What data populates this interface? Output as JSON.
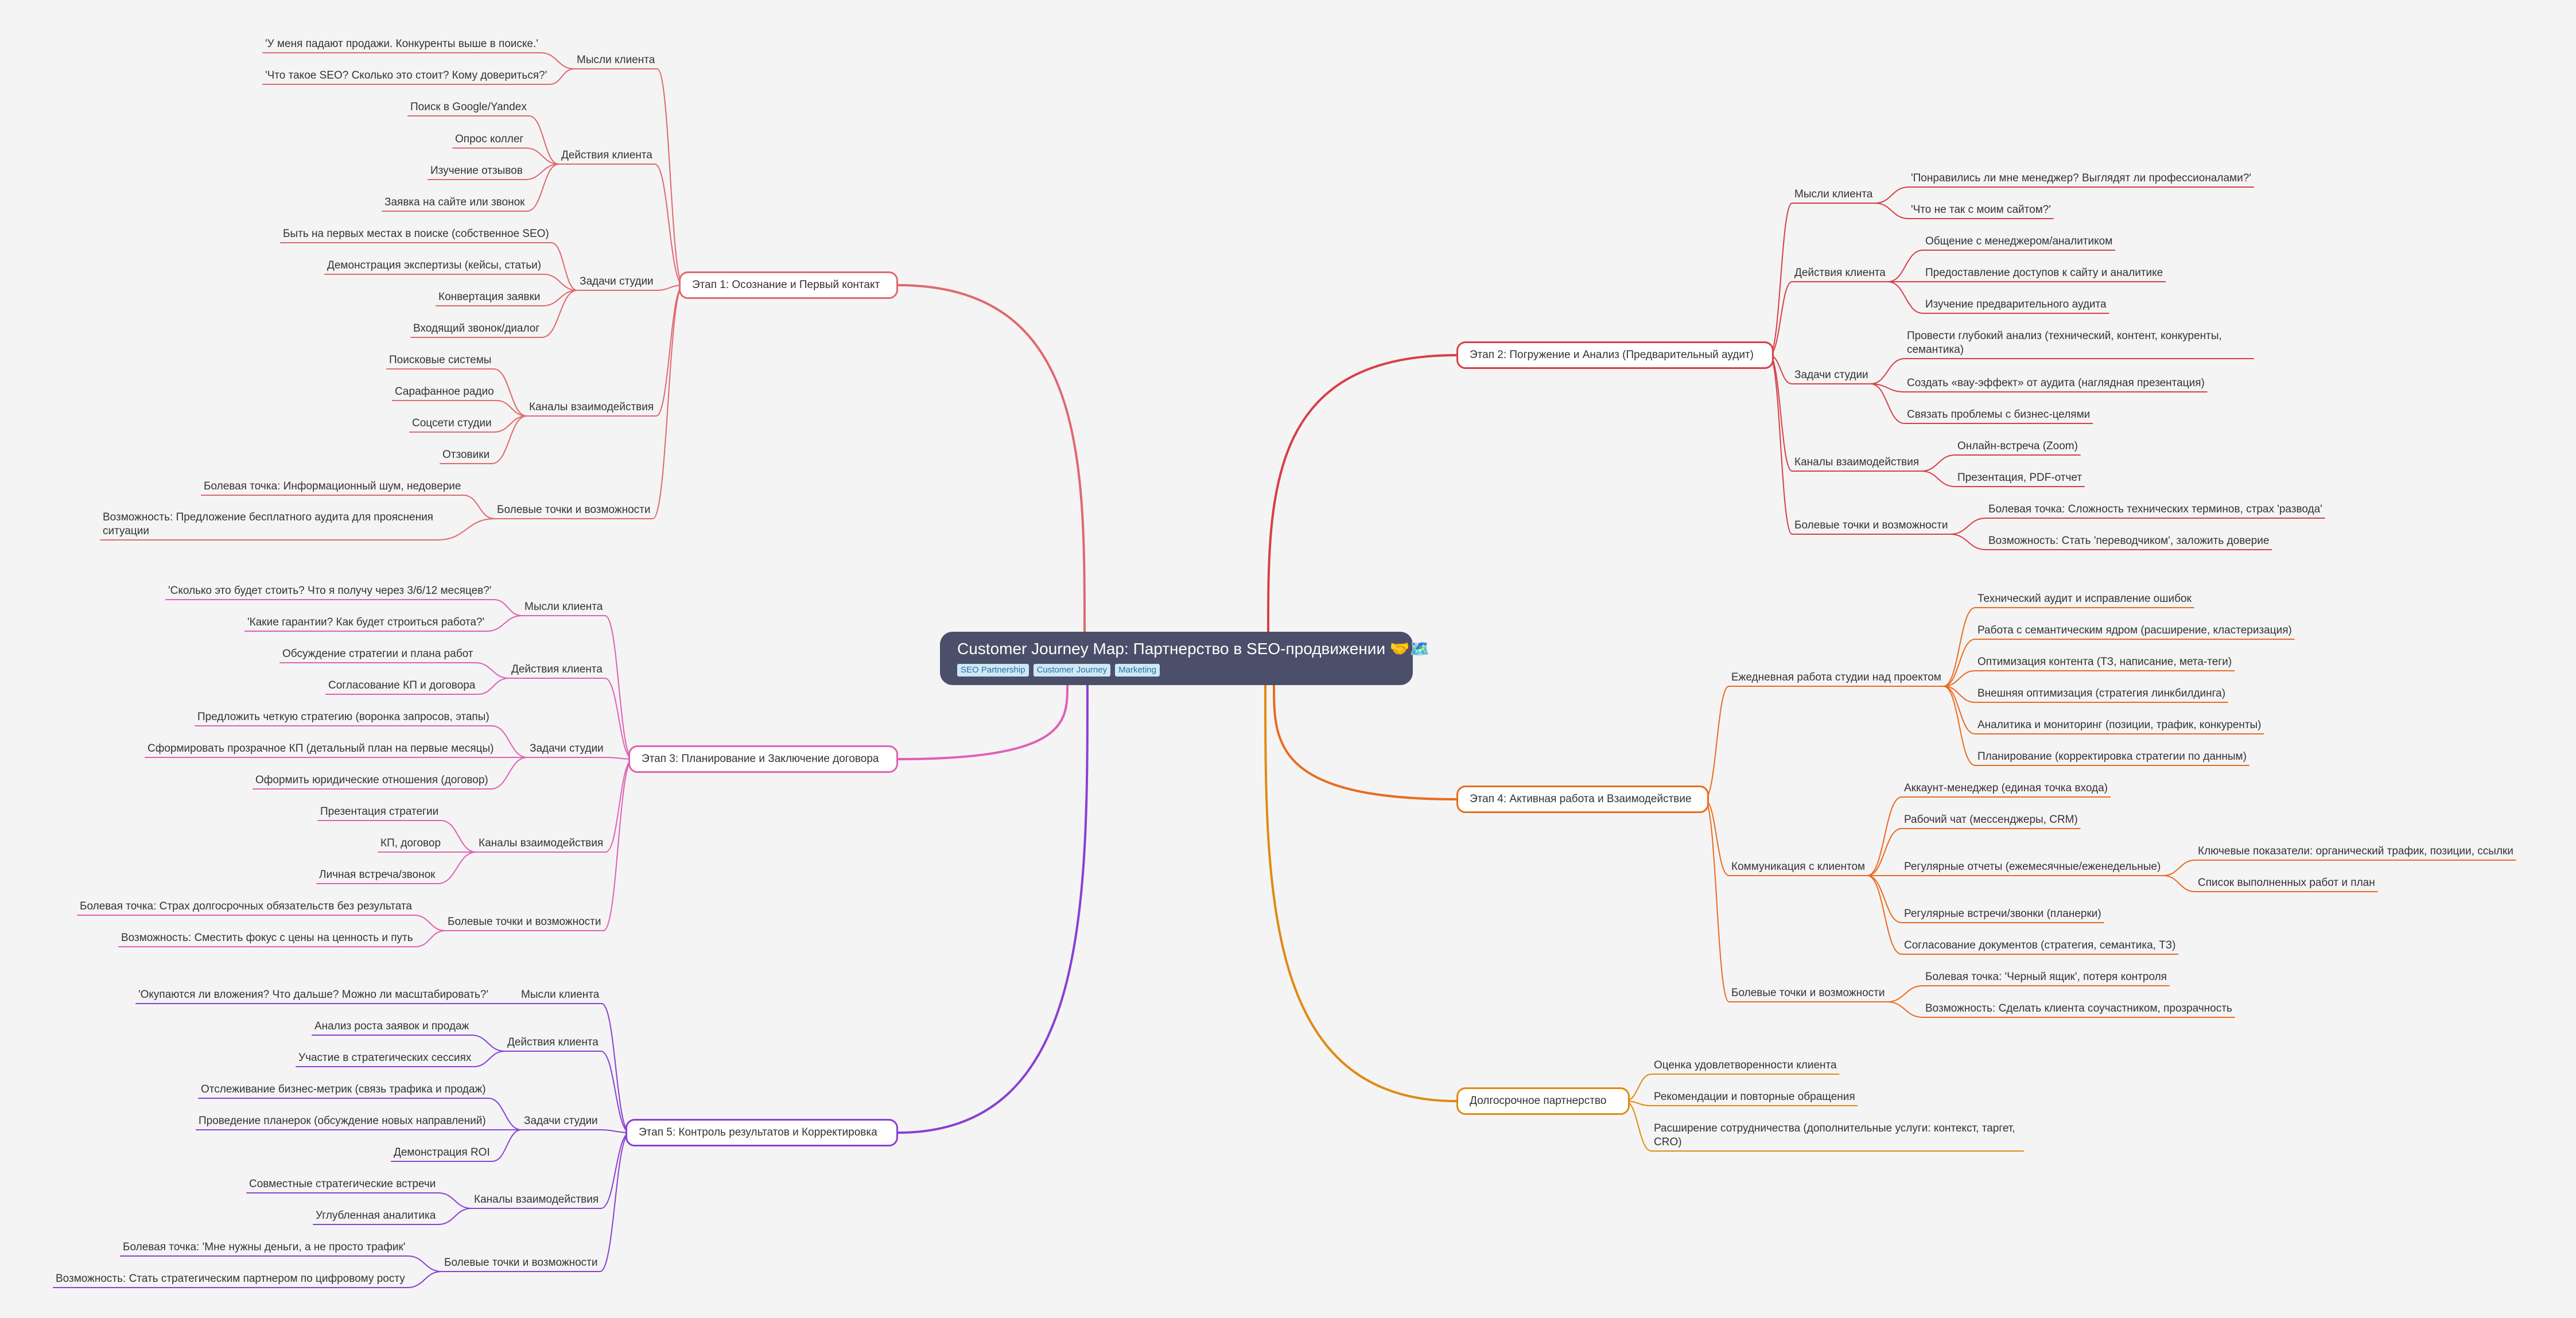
{
  "root": {
    "title": "Customer Journey Map: Партнерство в SEO-продвижении 🤝🗺️",
    "tags": [
      "SEO Partnership",
      "Customer Journey",
      "Marketing"
    ]
  },
  "colors": {
    "stage1": "#e0686e",
    "stage2": "#d83e47",
    "stage3": "#e060b6",
    "stage4": "#ea6b1e",
    "stage5": "#8a3fd4",
    "stage6": "#e08a10",
    "root_bg": "#4c4f69"
  },
  "stages": [
    {
      "label": "Этап 1: Осознание и Первый контакт",
      "groups": [
        {
          "label": "Мысли клиента",
          "items": [
            "'У меня падают продажи. Конкуренты выше в поиске.'",
            "'Что такое SEO? Сколько это стоит? Кому довериться?'"
          ]
        },
        {
          "label": "Действия клиента",
          "items": [
            "Поиск в Google/Yandex",
            "Опрос коллег",
            "Изучение отзывов",
            "Заявка на сайте или звонок"
          ]
        },
        {
          "label": "Задачи студии",
          "items": [
            "Быть на первых местах в поиске (собственное SEO)",
            "Демонстрация экспертизы (кейсы, статьи)",
            "Конвертация заявки",
            "Входящий звонок/диалог"
          ]
        },
        {
          "label": "Каналы взаимодействия",
          "items": [
            "Поисковые системы",
            "Сарафанное радио",
            "Соцсети студии",
            "Отзовики"
          ]
        },
        {
          "label": "Болевые точки и возможности",
          "items": [
            "Болевая точка: Информационный шум, недоверие",
            "Возможность: Предложение бесплатного аудита для прояснения ситуации"
          ]
        }
      ]
    },
    {
      "label": "Этап 2: Погружение и Анализ (Предварительный аудит)",
      "groups": [
        {
          "label": "Мысли клиента",
          "items": [
            "'Понравились ли мне менеджер? Выглядят ли профессионалами?'",
            "'Что не так с моим сайтом?'"
          ]
        },
        {
          "label": "Действия клиента",
          "items": [
            "Общение с менеджером/аналитиком",
            "Предоставление доступов к сайту и аналитике",
            "Изучение предварительного аудита"
          ]
        },
        {
          "label": "Задачи студии",
          "items": [
            "Провести глубокий анализ (технический, контент, конкуренты, семантика)",
            "Создать «вау-эффект» от аудита (наглядная презентация)",
            "Связать проблемы с бизнес-целями"
          ]
        },
        {
          "label": "Каналы взаимодействия",
          "items": [
            "Онлайн-встреча (Zoom)",
            "Презентация, PDF-отчет"
          ]
        },
        {
          "label": "Болевые точки и возможности",
          "items": [
            "Болевая точка: Сложность технических терминов, страх 'развода'",
            "Возможность: Стать 'переводчиком', заложить доверие"
          ]
        }
      ]
    },
    {
      "label": "Этап 3: Планирование и Заключение договора",
      "groups": [
        {
          "label": "Мысли клиента",
          "items": [
            "'Сколько это будет стоить? Что я получу через 3/6/12 месяцев?'",
            "'Какие гарантии? Как будет строиться работа?'"
          ]
        },
        {
          "label": "Действия клиента",
          "items": [
            "Обсуждение стратегии и плана работ",
            "Согласование КП и договора"
          ]
        },
        {
          "label": "Задачи студии",
          "items": [
            "Предложить четкую стратегию (воронка запросов, этапы)",
            "Сформировать прозрачное КП (детальный план на первые месяцы)",
            "Оформить юридические отношения (договор)"
          ]
        },
        {
          "label": "Каналы взаимодействия",
          "items": [
            "Презентация стратегии",
            "КП, договор",
            "Личная встреча/звонок"
          ]
        },
        {
          "label": "Болевые точки и возможности",
          "items": [
            "Болевая точка: Страх долгосрочных обязательств без результата",
            "Возможность: Сместить фокус с цены на ценность и путь"
          ]
        }
      ]
    },
    {
      "label": "Этап 4: Активная работа и Взаимодействие",
      "groups": [
        {
          "label": "Ежедневная работа студии над проектом",
          "items": [
            "Технический аудит и исправление ошибок",
            "Работа с семантическим ядром (расширение, кластеризация)",
            "Оптимизация контента (ТЗ, написание, мета-теги)",
            "Внешняя оптимизация (стратегия линкбилдинга)",
            "Аналитика и мониторинг (позиции, трафик, конкуренты)",
            "Планирование (корректировка стратегии по данным)"
          ]
        },
        {
          "label": "Коммуникация с клиентом",
          "items": [
            "Аккаунт-менеджер (единая точка входа)",
            "Рабочий чат (мессенджеры, CRM)",
            "Регулярные отчеты (ежемесячные/еженедельные)",
            "Регулярные встречи/звонки (планерки)",
            "Согласование документов (стратегия, семантика, ТЗ)"
          ],
          "sub": [
            "Ключевые показатели: органический трафик, позиции, ссылки",
            "Список выполненных работ и план"
          ]
        },
        {
          "label": "Болевые точки и возможности",
          "items": [
            "Болевая точка: 'Черный ящик', потеря контроля",
            "Возможность: Сделать клиента соучастником, прозрачность"
          ]
        }
      ]
    },
    {
      "label": "Этап 5: Контроль результатов и Корректировка",
      "groups": [
        {
          "label": "Мысли клиента",
          "items": [
            "'Окупаются ли вложения? Что дальше? Можно ли масштабировать?'"
          ]
        },
        {
          "label": "Действия клиента",
          "items": [
            "Анализ роста заявок и продаж",
            "Участие в стратегических сессиях"
          ]
        },
        {
          "label": "Задачи студии",
          "items": [
            "Отслеживание бизнес-метрик (связь трафика и продаж)",
            "Проведение планерок (обсуждение новых направлений)",
            "Демонстрация ROI"
          ]
        },
        {
          "label": "Каналы взаимодействия",
          "items": [
            "Совместные стратегические встречи",
            "Углубленная аналитика"
          ]
        },
        {
          "label": "Болевые точки и возможности",
          "items": [
            "Болевая точка: 'Мне нужны деньги, а не просто трафик'",
            "Возможность: Стать стратегическим партнером по цифровому росту"
          ]
        }
      ]
    },
    {
      "label": "Долгосрочное партнерство",
      "items": [
        "Оценка удовлетворенности клиента",
        "Рекомендации и повторные обращения",
        "Расширение сотрудничества (дополнительные услуги: контекст, таргет, CRO)"
      ]
    }
  ]
}
